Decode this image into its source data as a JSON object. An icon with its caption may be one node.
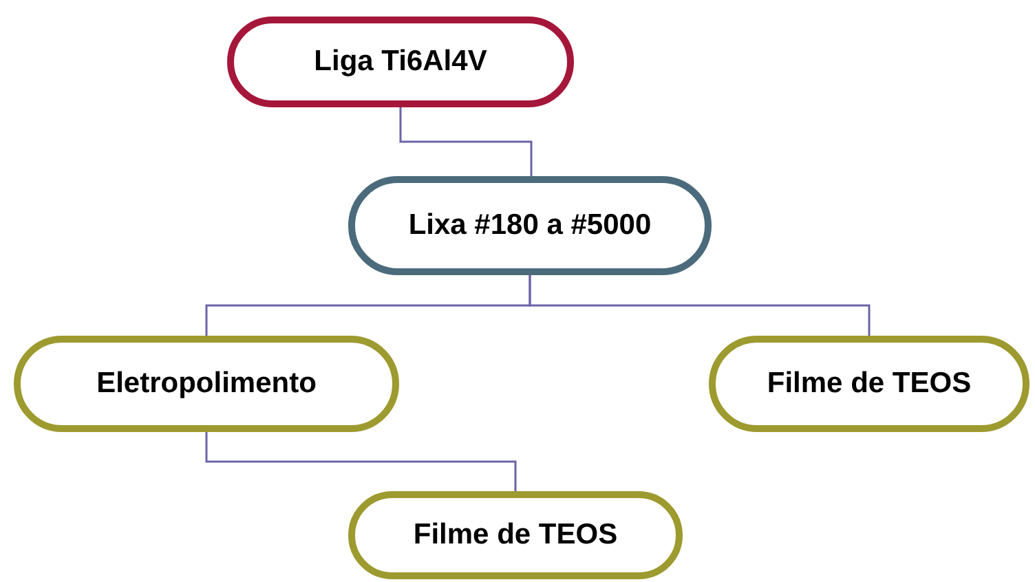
{
  "diagram": {
    "nodes": [
      {
        "text": [
          "Liga Ti6Al4V"
        ]
      },
      {
        "text": [
          "Lixa #180 a #5000"
        ]
      },
      {
        "text": [
          "Eletropolimento"
        ]
      },
      {
        "text": [
          "Filme de TEOS"
        ]
      },
      {
        "text": [
          "Filme de TEOS"
        ]
      }
    ],
    "edges": [
      {
        "from": 0,
        "to": 1,
        "arrow": "none"
      },
      {
        "from": 1,
        "to": 2,
        "arrow": "none"
      },
      {
        "from": 1,
        "to": 3,
        "arrow": "none"
      },
      {
        "from": 2,
        "to": 4,
        "arrow": "none"
      }
    ]
  }
}
